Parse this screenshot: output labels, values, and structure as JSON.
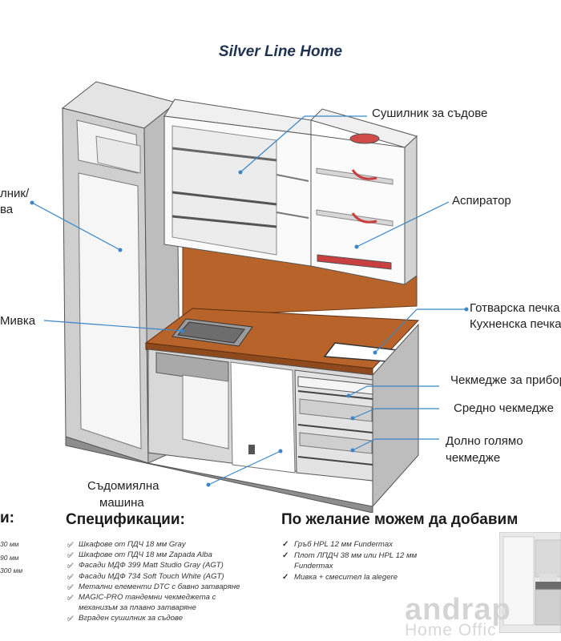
{
  "title": "Silver Line Home",
  "callouts": {
    "dryer": "Сушилник за съдове",
    "hood": "Аспиратор",
    "stove_line1": "Готварска печка",
    "stove_line2": "Кухненска печка",
    "cutlery_drawer": "Чекмедже за прибори",
    "middle_drawer": "Средно чекмедже",
    "bottom_drawer_line1": "Долно голямо",
    "bottom_drawer_line2": "чекмедже",
    "dishwasher_line1": "Съдомиялна",
    "dishwasher_line2": "машина",
    "left_fridge_line1": "лник/",
    "left_fridge_line2": "ва",
    "sink": "Мивка"
  },
  "left_column": {
    "heading": "и:",
    "rows": [
      "30 мм",
      "90 мм",
      "300 мм"
    ]
  },
  "specs": {
    "heading": "Спецификации:",
    "items": [
      "Шкафове от ПДЧ 18 мм Gray",
      "Шкафове от ПДЧ 18 мм Zapada Alba",
      "Фасади МДФ 399 Matt Studio Gray (AGT)",
      "Фасади МДФ 734 Soft Touch White (AGT)",
      "Метални елементи DTC с бавно затваряне",
      "MAGIC-PRO тандемни чекмеджета с механизъм за плавно затваряне",
      "Вграден сушилник за съдове"
    ]
  },
  "optional": {
    "heading": "По желание можем да добавим",
    "items": [
      "Гръб HPL 12 мм Fundermax",
      "Плот ЛПДЧ 38 мм или HPL 12 мм Fundermax",
      "Мивка + смесител la alegere"
    ]
  },
  "brand": {
    "name": "andrap",
    "sub": "Home Offic"
  },
  "colors": {
    "accent_line": "#3a86c8",
    "worktop": "#b8632a",
    "cabinet_gray": "#d9d9d9",
    "title": "#1f3350"
  }
}
